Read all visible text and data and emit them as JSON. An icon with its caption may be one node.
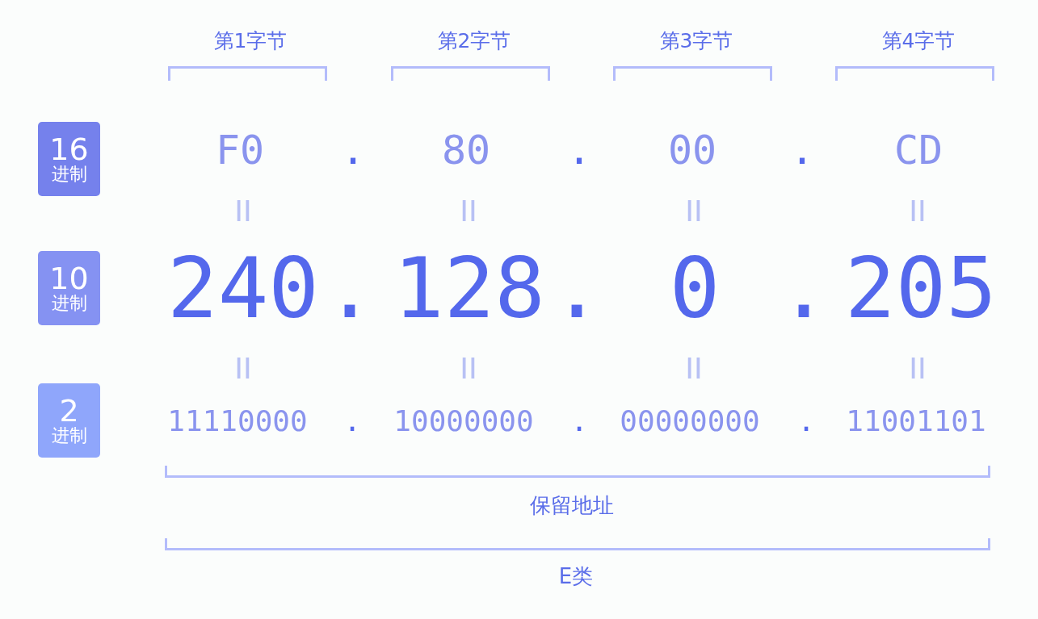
{
  "diagram": {
    "nodes": [
      {
        "text": [
          "16",
          "进制"
        ]
      },
      {
        "text": [
          "10",
          "进制"
        ]
      },
      {
        "text": [
          "2",
          "进制"
        ]
      }
    ],
    "labels": [
      "第1字节",
      "第2字节",
      "第3字节",
      "第4字节",
      "F0",
      ".",
      "80",
      ".",
      "00",
      ".",
      "CD",
      "240",
      ".",
      "128",
      ".",
      "0",
      ".",
      "205",
      "11110000",
      ".",
      "10000000",
      ".",
      "00000000",
      ".",
      "11001101",
      "保留地址",
      "E类"
    ]
  }
}
